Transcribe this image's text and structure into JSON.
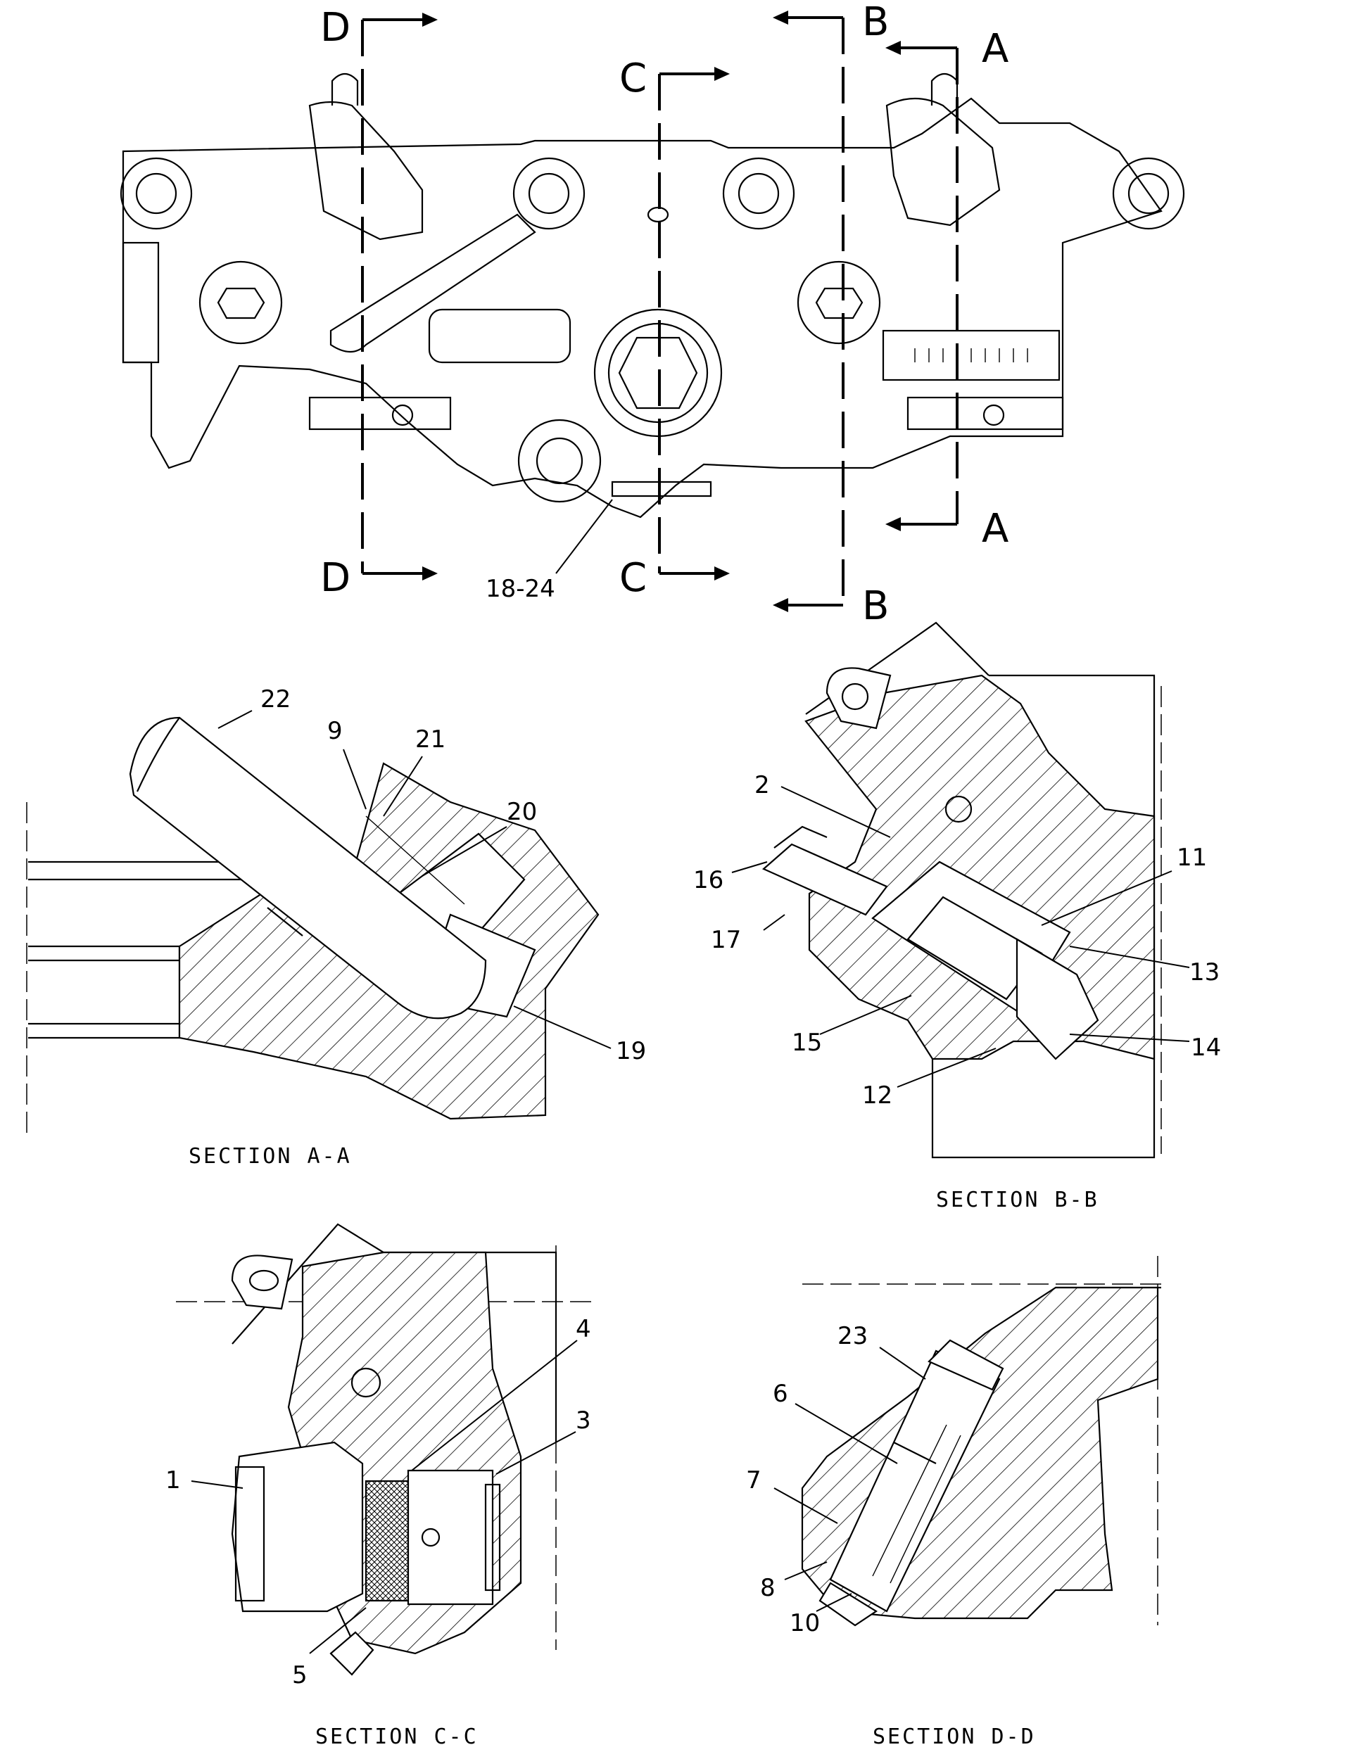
{
  "section_markers": {
    "d_top": "D",
    "b_top": "B",
    "a_top": "A",
    "c_top": "C",
    "d_bottom": "D",
    "c_bottom": "C",
    "b_bottom": "B",
    "a_bottom": "A"
  },
  "top_view_callout": "18-24",
  "section_a": {
    "caption": "SECTION A-A",
    "callouts": [
      "22",
      "9",
      "21",
      "20",
      "19"
    ]
  },
  "section_b": {
    "caption": "SECTION B-B",
    "callouts": [
      "2",
      "16",
      "17",
      "11",
      "13",
      "15",
      "14",
      "12"
    ]
  },
  "section_c": {
    "caption": "SECTION C-C",
    "callouts": [
      "1",
      "4",
      "3",
      "5"
    ]
  },
  "section_d": {
    "caption": "SECTION D-D",
    "callouts": [
      "23",
      "6",
      "7",
      "8",
      "10"
    ]
  }
}
